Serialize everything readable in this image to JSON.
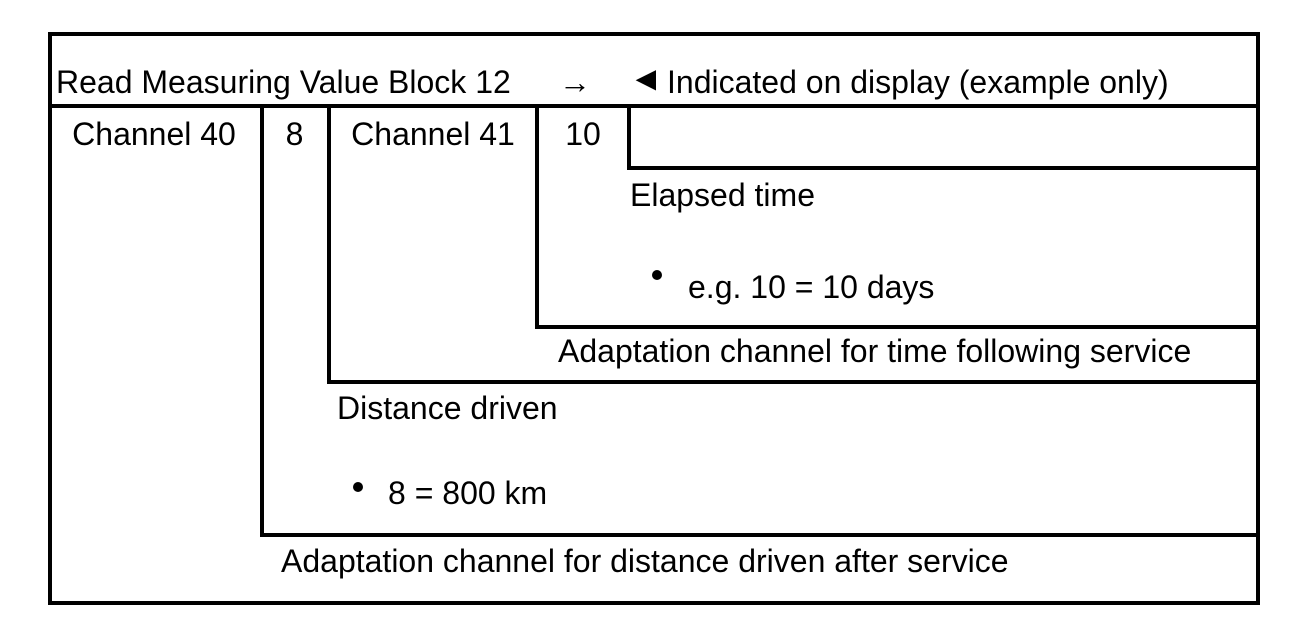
{
  "colors": {
    "ink": "#000000",
    "paper": "#ffffff"
  },
  "header": {
    "command": "Read Measuring Value Block 12",
    "arrow_icon": "→",
    "marker_icon": "◄",
    "note": "Indicated on display (example only)"
  },
  "display_row": {
    "channel_a_label": "Channel 40",
    "channel_a_value": "8",
    "channel_b_label": "Channel 41",
    "channel_b_value": "10"
  },
  "callouts": {
    "elapsed_time_title": "Elapsed time",
    "elapsed_time_example": "e.g. 10 = 10 days",
    "time_channel_label": "Adaptation channel for time following service",
    "distance_title": "Distance driven",
    "distance_example": "8 = 800 km",
    "distance_channel_label": "Adaptation channel for distance driven after service"
  }
}
